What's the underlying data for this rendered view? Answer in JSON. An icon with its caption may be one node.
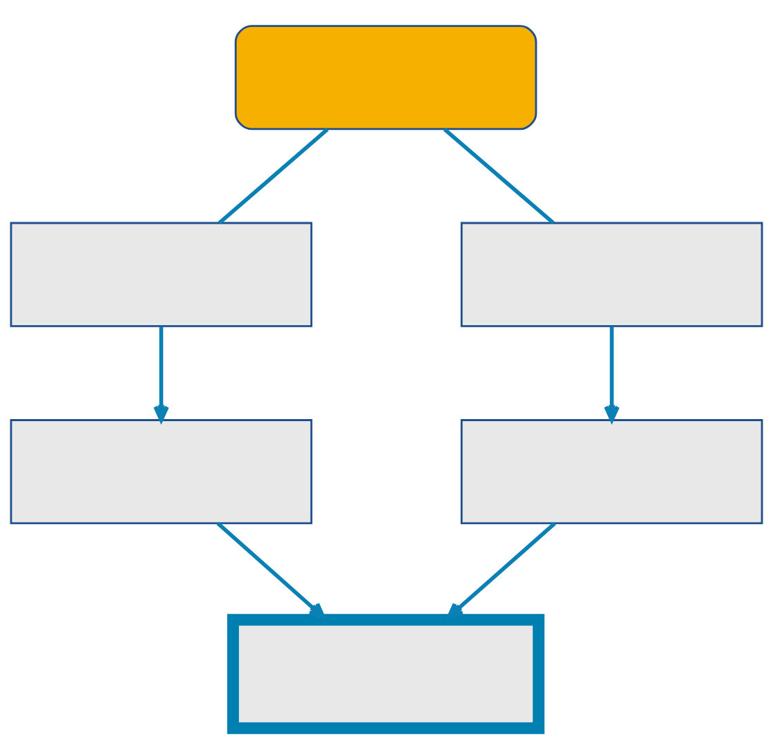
{
  "diagram": {
    "nodes": [
      {
        "text": [],
        "shape": "box"
      },
      {
        "text": [],
        "shape": "box"
      },
      {
        "text": [],
        "shape": "box"
      },
      {
        "text": [],
        "shape": "box"
      },
      {
        "text": [],
        "shape": "box"
      },
      {
        "text": [],
        "shape": "box"
      }
    ],
    "edges": [
      {
        "from": 0,
        "to": 1,
        "arrow": "none"
      },
      {
        "from": 0,
        "to": 2,
        "arrow": "none"
      },
      {
        "from": 1,
        "to": 3,
        "arrow": "to"
      },
      {
        "from": 2,
        "to": 4,
        "arrow": "to"
      },
      {
        "from": 3,
        "to": 5,
        "arrow": "to"
      },
      {
        "from": 4,
        "to": 5,
        "arrow": "to"
      }
    ]
  }
}
